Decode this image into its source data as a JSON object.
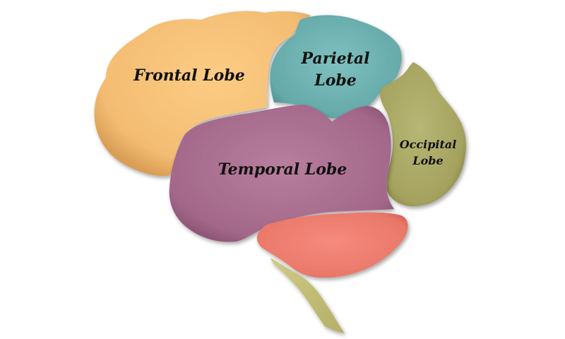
{
  "diagram": {
    "lobes": [
      {
        "id": "frontal",
        "label": "Frontal Lobe",
        "color": "#F6C07A"
      },
      {
        "id": "parietal",
        "label": "Parietal Lobe",
        "line1": "Parietal",
        "line2": "Lobe",
        "color": "#6FB1B1"
      },
      {
        "id": "occipital",
        "label": "Occipital Lobe",
        "line1": "Occipital",
        "line2": "Lobe",
        "color": "#A9A865"
      },
      {
        "id": "temporal",
        "label": "Temporal Lobe",
        "color": "#A86D8F"
      },
      {
        "id": "cerebellum",
        "color": "#EE8072"
      },
      {
        "id": "brainstem",
        "color": "#C6C17A"
      }
    ]
  }
}
